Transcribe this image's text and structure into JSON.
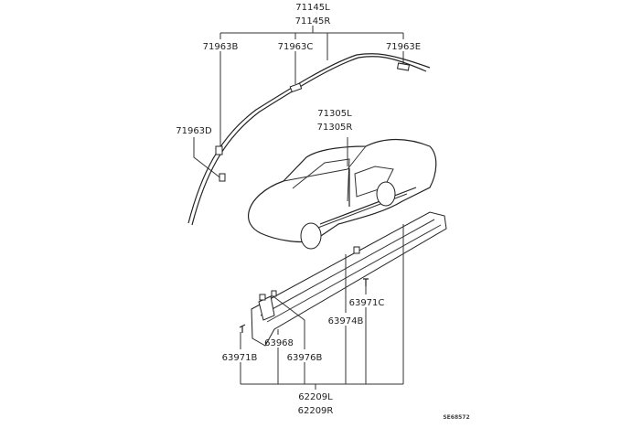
{
  "diagram": {
    "labels": {
      "roof_molding_l": "71145L",
      "roof_molding_r": "71145R",
      "clip_b": "71963B",
      "clip_c": "71963C",
      "clip_e": "71963E",
      "clip_d": "71963D",
      "door_molding_l": "71305L",
      "door_molding_r": "71305R",
      "screw_c": "63971C",
      "clip_63974b": "63974B",
      "clip_63968": "63968",
      "clip_63976b": "63976B",
      "screw_b": "63971B",
      "sill_garnish_l": "62209L",
      "sill_garnish_r": "62209R"
    },
    "diagram_code": "SE68572"
  }
}
